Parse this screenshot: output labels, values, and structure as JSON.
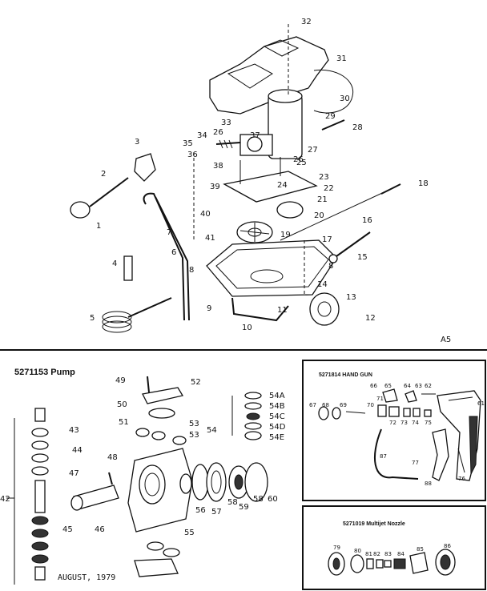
{
  "pump_title": "5271153 Pump",
  "handgun_title": "5271814 HAND GUN",
  "nozzle_title": "5271019 Multijet Nozzle",
  "date_stamp": "AUGUST, 1979",
  "corner_code": "A5",
  "main_labels": [
    "1",
    "2",
    "3",
    "4",
    "5",
    "6",
    "7",
    "8",
    "8",
    "9",
    "10",
    "11",
    "12",
    "13",
    "14",
    "15",
    "16",
    "17",
    "18",
    "19",
    "20",
    "21",
    "22",
    "23",
    "24",
    "25",
    "26",
    "26",
    "27",
    "28",
    "29",
    "30",
    "31",
    "32",
    "33",
    "34",
    "35",
    "36",
    "37",
    "38",
    "39",
    "40",
    "41"
  ],
  "pump_labels": [
    "42",
    "43",
    "44",
    "45",
    "46",
    "47",
    "48",
    "49",
    "50",
    "51",
    "52",
    "53",
    "53",
    "54",
    "54A",
    "54B",
    "54C",
    "54D",
    "54E",
    "55",
    "56",
    "57",
    "58",
    "58",
    "59",
    "60"
  ],
  "gun_labels": [
    "61",
    "62",
    "63",
    "64",
    "65",
    "66",
    "67",
    "68",
    "69",
    "70",
    "71",
    "72",
    "73",
    "74",
    "75",
    "76",
    "77",
    "87",
    "88"
  ],
  "nozzle_labels": [
    "79",
    "80",
    "81",
    "82",
    "83",
    "84",
    "85",
    "86"
  ]
}
